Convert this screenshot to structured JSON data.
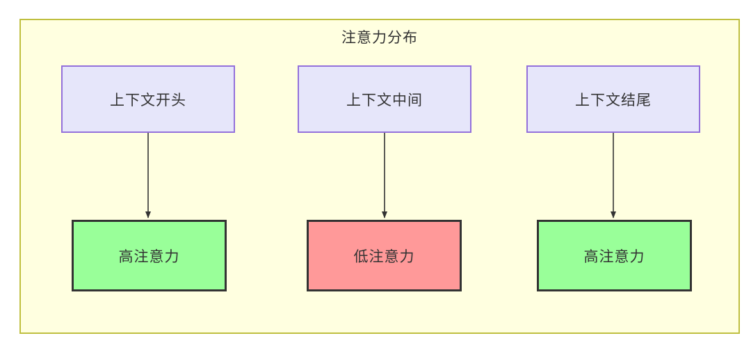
{
  "diagram": {
    "title": "注意力分布",
    "container": {
      "fill": "#ffffe0",
      "stroke": "#bfbf3f"
    },
    "nodes": {
      "context": [
        {
          "id": "context-start",
          "label": "上下文开头",
          "fill": "#e6e6fa",
          "stroke": "#9370db"
        },
        {
          "id": "context-middle",
          "label": "上下文中间",
          "fill": "#e6e6fa",
          "stroke": "#9370db"
        },
        {
          "id": "context-end",
          "label": "上下文结尾",
          "fill": "#e6e6fa",
          "stroke": "#9370db"
        }
      ],
      "attention": [
        {
          "id": "attention-high-start",
          "label": "高注意力",
          "fill": "#99ff99",
          "stroke": "#333333"
        },
        {
          "id": "attention-low-middle",
          "label": "低注意力",
          "fill": "#ff9999",
          "stroke": "#333333"
        },
        {
          "id": "attention-high-end",
          "label": "高注意力",
          "fill": "#99ff99",
          "stroke": "#333333"
        }
      ]
    },
    "edges": [
      {
        "from": "context-start",
        "to": "attention-high-start",
        "label": ""
      },
      {
        "from": "context-middle",
        "to": "attention-low-middle",
        "label": ""
      },
      {
        "from": "context-end",
        "to": "attention-high-end",
        "label": ""
      }
    ],
    "edge_color": "#333333"
  }
}
